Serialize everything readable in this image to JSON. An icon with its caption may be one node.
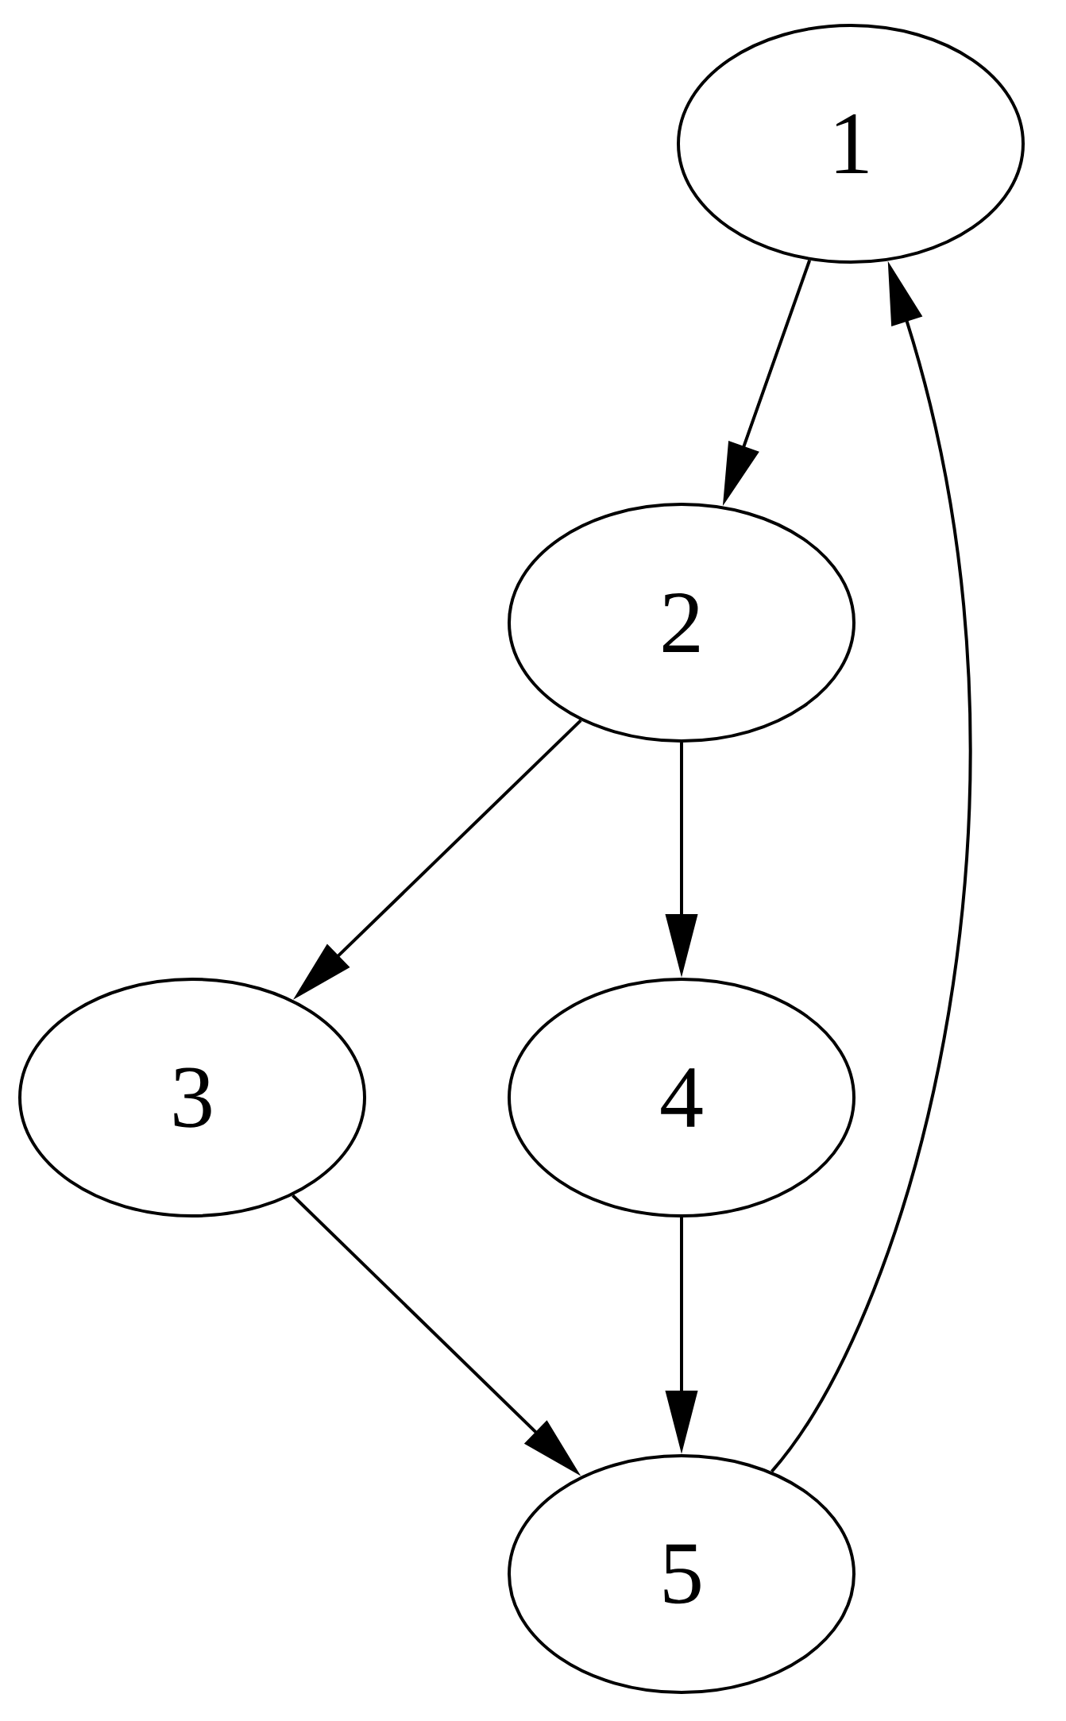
{
  "diagram": {
    "nodes": [
      {
        "text": [
          "1"
        ]
      },
      {
        "text": [
          "2"
        ]
      },
      {
        "text": [
          "3"
        ]
      },
      {
        "text": [
          "4"
        ]
      },
      {
        "text": [
          "5"
        ]
      }
    ],
    "edges": [
      {
        "from": 0,
        "to": 1,
        "arrow": "to"
      },
      {
        "from": 1,
        "to": 2,
        "arrow": "to"
      },
      {
        "from": 1,
        "to": 3,
        "arrow": "to"
      },
      {
        "from": 2,
        "to": 4,
        "arrow": "to"
      },
      {
        "from": 3,
        "to": 4,
        "arrow": "to"
      },
      {
        "from": 4,
        "to": 0,
        "arrow": "to"
      }
    ]
  }
}
